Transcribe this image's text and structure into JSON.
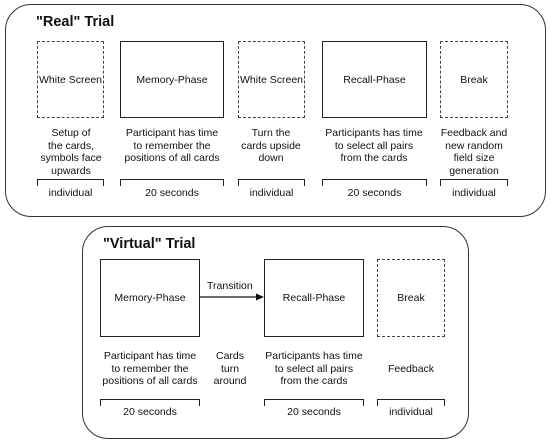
{
  "real_trial": {
    "title": "\"Real\" Trial",
    "steps": [
      {
        "box": "White Screen",
        "box_style": "dashed",
        "description": "Setup of\nthe cards,\nsymbols face\nupwards",
        "duration": "individual"
      },
      {
        "box": "Memory-Phase",
        "box_style": "solid",
        "description": "Participant has time\nto remember the\npositions of all cards",
        "duration": "20 seconds"
      },
      {
        "box": "White Screen",
        "box_style": "dashed",
        "description": "Turn the\ncards upside\ndown",
        "duration": "individual"
      },
      {
        "box": "Recall-Phase",
        "box_style": "solid",
        "description": "Participants has time\nto select all pairs\nfrom the cards",
        "duration": "20 seconds"
      },
      {
        "box": "Break",
        "box_style": "dashed",
        "description": "Feedback and\nnew random\nfield size\ngeneration",
        "duration": "individual"
      }
    ]
  },
  "virtual_trial": {
    "title": "\"Virtual\" Trial",
    "transition_label": "Transition",
    "steps": [
      {
        "box": "Memory-Phase",
        "box_style": "solid",
        "description": "Participant has time\nto remember the\npositions of all cards",
        "duration": "20 seconds"
      },
      {
        "description": "Cards\nturn\naround"
      },
      {
        "box": "Recall-Phase",
        "box_style": "solid",
        "description": "Participants has time\nto select all pairs\nfrom the cards",
        "duration": "20 seconds"
      },
      {
        "box": "Break",
        "box_style": "dashed",
        "description": "Feedback",
        "duration": "individual"
      }
    ]
  }
}
